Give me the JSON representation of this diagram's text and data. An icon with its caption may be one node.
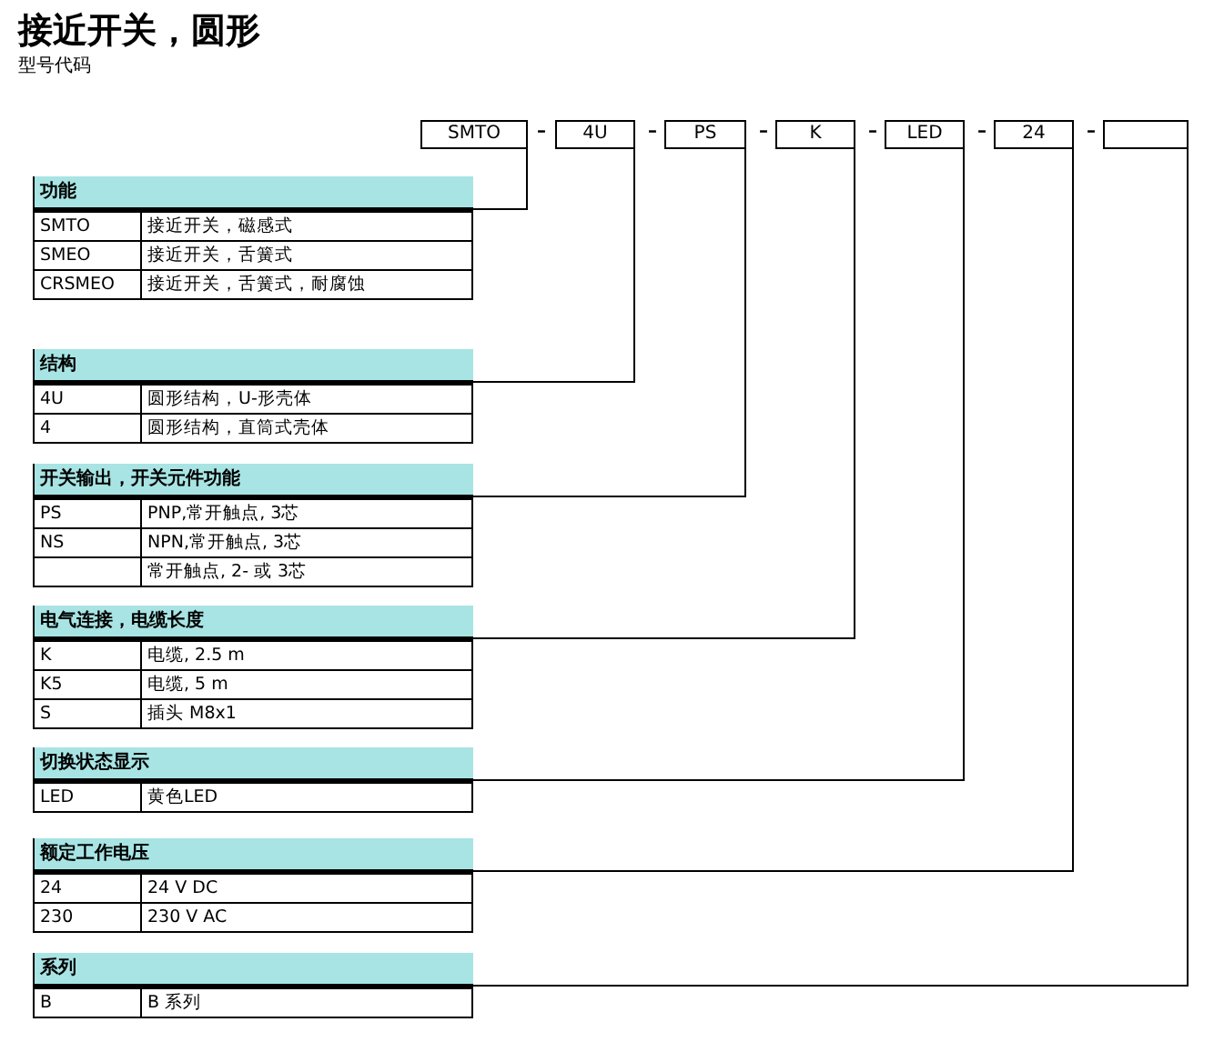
{
  "diagram": {
    "title": "接近开关，圆形",
    "nodes": [
      {
        "text": [
          "SMTO"
        ]
      },
      {
        "text": [
          "4U"
        ]
      },
      {
        "text": [
          "PS"
        ]
      },
      {
        "text": [
          "K"
        ]
      },
      {
        "text": [
          "LED"
        ]
      },
      {
        "text": [
          "24"
        ]
      },
      {
        "text": [],
        "shape": "box"
      },
      {
        "text": [
          "功能"
        ]
      },
      {
        "text": [
          "结构"
        ]
      },
      {
        "text": [
          "开关输出，开关元件功能"
        ]
      },
      {
        "text": [
          "电气连接，电缆长度"
        ]
      },
      {
        "text": [
          "切换状态显示"
        ]
      },
      {
        "text": [
          "额定工作电压"
        ]
      },
      {
        "text": [
          "系列"
        ]
      }
    ],
    "edges": [
      {
        "from": 0,
        "to": 7,
        "arrow": "none"
      },
      {
        "from": 1,
        "to": 8,
        "arrow": "none"
      },
      {
        "from": 2,
        "to": 9,
        "arrow": "none"
      },
      {
        "from": 3,
        "to": 10,
        "arrow": "none"
      },
      {
        "from": 4,
        "to": 11,
        "arrow": "none"
      },
      {
        "from": 5,
        "to": 12,
        "arrow": "none"
      },
      {
        "from": 6,
        "to": 13,
        "arrow": "none"
      }
    ],
    "labels": [
      "型号代码",
      "–",
      "–",
      "–",
      "–",
      "–",
      "–",
      "SMTO",
      "接近开关，磁感式",
      "SMEO",
      "接近开关，舌簧式",
      "CRSMEO",
      "接近开关，舌簧式，耐腐蚀",
      "4U",
      "圆形结构，U-形壳体",
      "4",
      "圆形结构，直筒式壳体",
      "PS",
      "PNP,常开触点, 3芯",
      "NS",
      "NPN,常开触点, 3芯",
      "常开触点, 2- 或 3芯",
      "K",
      "电缆, 2.5 m",
      "K5",
      "电缆, 5 m",
      "S",
      "插头 M8x1",
      "LED",
      "黄色LED",
      "24",
      "24 V DC",
      "230",
      "230 V AC",
      "B",
      "B 系列"
    ]
  }
}
